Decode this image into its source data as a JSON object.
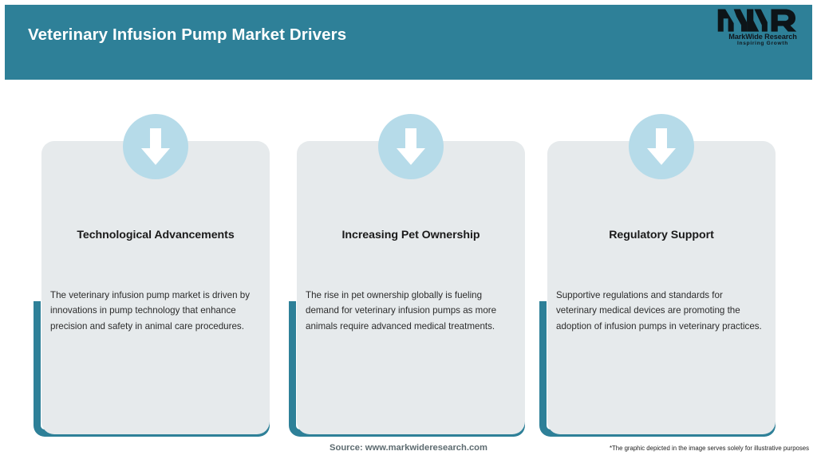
{
  "header": {
    "title": "Veterinary Infusion Pump Market Drivers",
    "bar_color": "#2e8098"
  },
  "logo": {
    "mark": "MWR",
    "name": "MarkWide Research",
    "tagline": "Inspiring Growth"
  },
  "cards": [
    {
      "icon": "down-arrow-icon",
      "title": "Technological Advancements",
      "body": "The veterinary infusion pump market is driven by innovations in pump technology that enhance precision and safety in animal care procedures."
    },
    {
      "icon": "down-arrow-icon",
      "title": "Increasing Pet Ownership",
      "body": "The rise in pet ownership globally is fueling demand for veterinary infusion pumps as more animals require advanced medical treatments."
    },
    {
      "icon": "down-arrow-icon",
      "title": "Regulatory Support",
      "body": "Supportive regulations and standards for veterinary medical devices are promoting the adoption of infusion pumps in veterinary practices."
    }
  ],
  "footer": {
    "source": "Source: www.markwideresearch.com",
    "disclaimer": "*The graphic depicted in the image serves solely for illustrative purposes"
  },
  "colors": {
    "teal": "#2e8098",
    "card_bg": "#e6eaec",
    "circle": "#b6dbe9",
    "title_text": "#1a1a1a"
  }
}
